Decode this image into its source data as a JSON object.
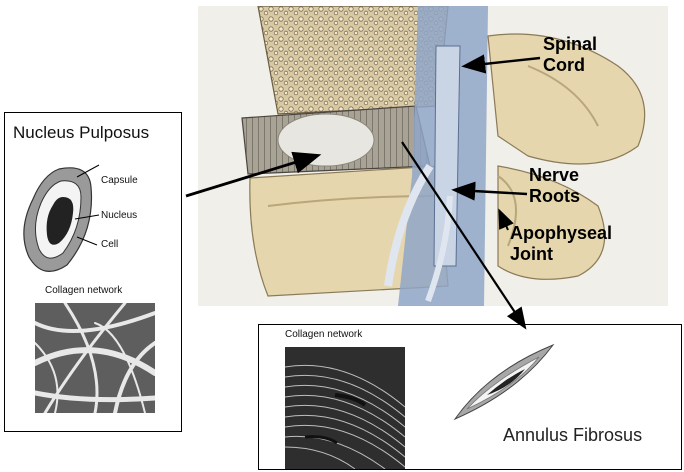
{
  "anatomy_labels": {
    "spinal_cord": [
      "Spinal",
      "Cord"
    ],
    "nerve_roots": [
      "Nerve",
      "Roots"
    ],
    "apophyseal_joint": [
      "Apophyseal",
      "Joint"
    ]
  },
  "nucleus_panel": {
    "title": "Nucleus Pulposus",
    "cell_labels": {
      "capsule": "Capsule",
      "nucleus": "Nucleus",
      "cell": "Cell"
    },
    "micrograph_caption": "Collagen network"
  },
  "annulus_panel": {
    "title": "Annulus Fibrosus",
    "micrograph_caption": "Collagen network"
  },
  "colors": {
    "bone": "#e6d6ad",
    "bone_shadow": "#b9a67a",
    "canal_blue": "#8fa6c8",
    "disc_gray": "#c8c2b4",
    "cell_outer": "#9a9a9a",
    "cell_inner": "#f4f4f4",
    "nucleus_dark": "#222222"
  }
}
